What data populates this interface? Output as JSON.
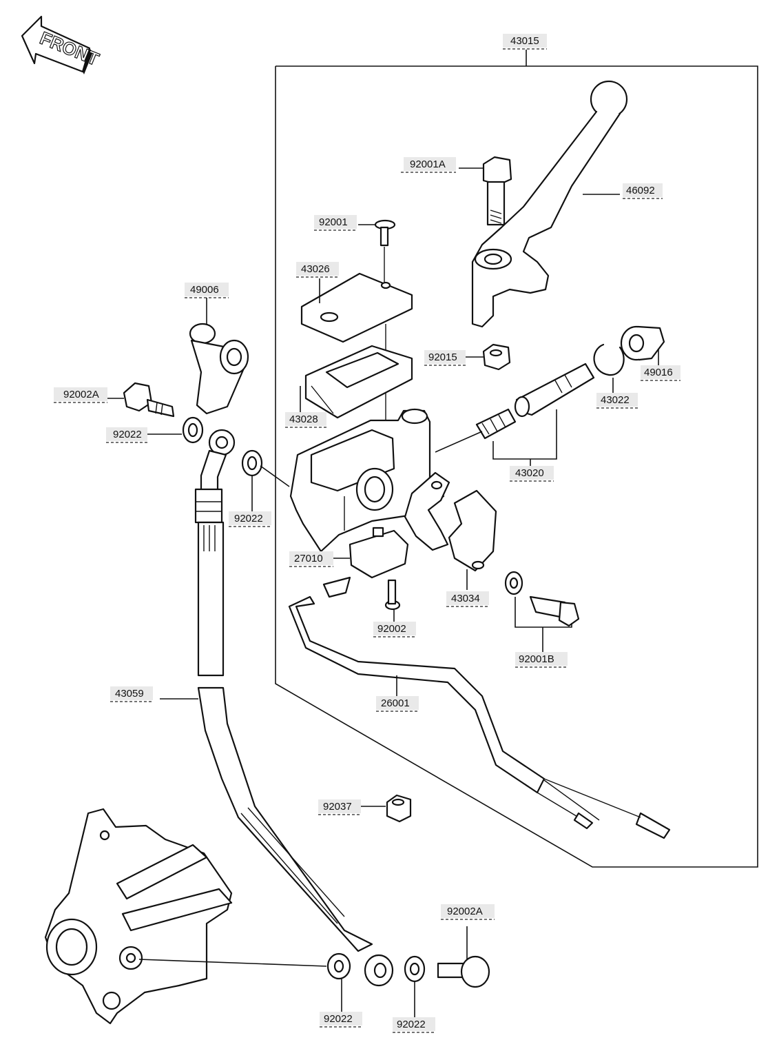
{
  "front_arrow": {
    "text": "FRONT"
  },
  "labels": [
    {
      "id": "43015",
      "text": "43015"
    },
    {
      "id": "92001A",
      "text": "92001A"
    },
    {
      "id": "46092",
      "text": "46092"
    },
    {
      "id": "92001",
      "text": "92001"
    },
    {
      "id": "43026",
      "text": "43026"
    },
    {
      "id": "49006",
      "text": "49006"
    },
    {
      "id": "92015",
      "text": "92015"
    },
    {
      "id": "49016",
      "text": "49016"
    },
    {
      "id": "43022",
      "text": "43022"
    },
    {
      "id": "92002A-top",
      "text": "92002A"
    },
    {
      "id": "43028",
      "text": "43028"
    },
    {
      "id": "92022-left",
      "text": "92022"
    },
    {
      "id": "43020",
      "text": "43020"
    },
    {
      "id": "92022-mid",
      "text": "92022"
    },
    {
      "id": "27010",
      "text": "27010"
    },
    {
      "id": "43034",
      "text": "43034"
    },
    {
      "id": "92002",
      "text": "92002"
    },
    {
      "id": "92001B",
      "text": "92001B"
    },
    {
      "id": "43059",
      "text": "43059"
    },
    {
      "id": "26001",
      "text": "26001"
    },
    {
      "id": "92037",
      "text": "92037"
    },
    {
      "id": "92002A-bottom",
      "text": "92002A"
    },
    {
      "id": "92022-bottom-left",
      "text": "92022"
    },
    {
      "id": "92022-bottom-right",
      "text": "92022"
    }
  ]
}
